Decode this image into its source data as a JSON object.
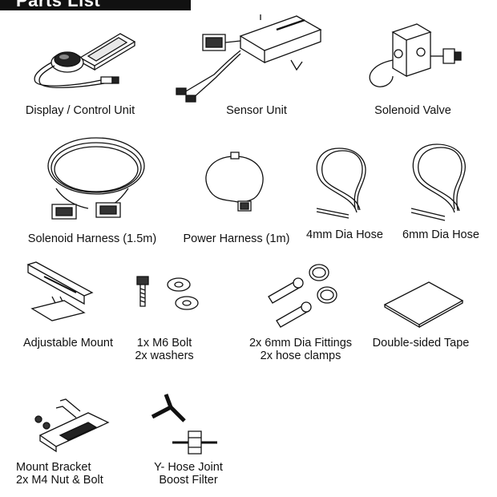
{
  "header": {
    "title": "Parts List"
  },
  "items": [
    {
      "id": "display",
      "lines": [
        "Display / Control Unit"
      ]
    },
    {
      "id": "sensor",
      "lines": [
        "Sensor Unit"
      ]
    },
    {
      "id": "solenoid",
      "lines": [
        "Solenoid Valve"
      ]
    },
    {
      "id": "sol-harness",
      "lines": [
        "Solenoid Harness (1.5m)"
      ]
    },
    {
      "id": "pwr-harness",
      "lines": [
        "Power Harness (1m)"
      ]
    },
    {
      "id": "hose4",
      "lines": [
        "4mm Dia Hose"
      ]
    },
    {
      "id": "hose6",
      "lines": [
        "6mm Dia Hose"
      ]
    },
    {
      "id": "mount",
      "lines": [
        "Adjustable Mount"
      ]
    },
    {
      "id": "bolt",
      "lines": [
        "1x M6 Bolt",
        "2x washers"
      ]
    },
    {
      "id": "fittings",
      "lines": [
        "2x 6mm Dia Fittings",
        "2x hose clamps"
      ]
    },
    {
      "id": "tape",
      "lines": [
        "Double-sided Tape"
      ]
    },
    {
      "id": "bracket",
      "lines": [
        "Mount Bracket",
        "2x M4 Nut & Bolt"
      ]
    },
    {
      "id": "yjoint",
      "lines": [
        "Y- Hose Joint",
        "Boost Filter"
      ]
    }
  ]
}
